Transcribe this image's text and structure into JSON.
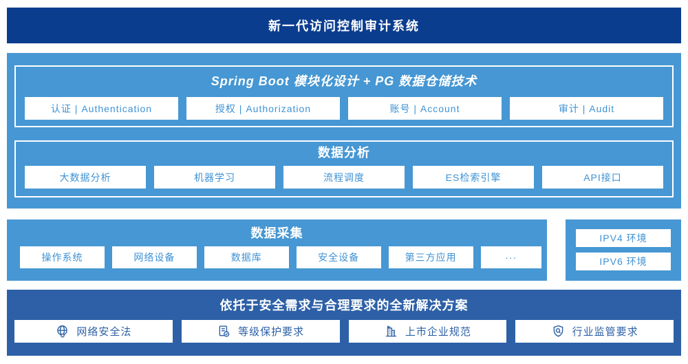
{
  "colors": {
    "navy": "#0b3d8f",
    "light_blue": "#4697d3",
    "medium_blue": "#2d60a6",
    "card_text_blue": "#3e92d4",
    "card_bg": "#ffffff"
  },
  "banner": {
    "title": "新一代访问控制审计系统"
  },
  "platform": {
    "modules": {
      "title": "Spring Boot 模块化设计 + PG 数据仓储技术",
      "items": [
        "认证 | Authentication",
        "授权 | Authorization",
        "账号 | Account",
        "审计 | Audit"
      ]
    },
    "analysis": {
      "title": "数据分析",
      "items": [
        "大数据分析",
        "机器学习",
        "流程调度",
        "ES检索引擎",
        "API接口"
      ]
    }
  },
  "collection": {
    "title": "数据采集",
    "items": [
      "操作系统",
      "网络设备",
      "数据库",
      "安全设备",
      "第三方应用",
      "···"
    ]
  },
  "environment": {
    "items": [
      "IPV4 环境",
      "IPV6 环境"
    ]
  },
  "solution": {
    "title": "依托于安全需求与合理要求的全新解决方案",
    "items": [
      {
        "icon": "globe-icon",
        "label": "网络安全法"
      },
      {
        "icon": "document-check-icon",
        "label": "等级保护要求"
      },
      {
        "icon": "building-icon",
        "label": "上市企业规范"
      },
      {
        "icon": "shield-search-icon",
        "label": "行业监管要求"
      }
    ]
  }
}
